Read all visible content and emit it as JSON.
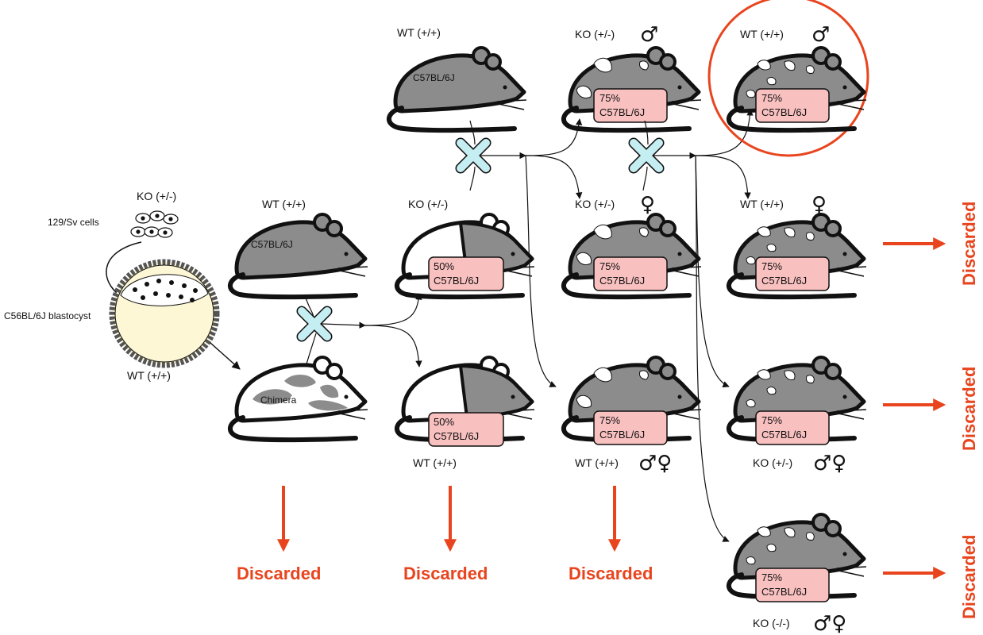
{
  "colors": {
    "accent": "#e8451e",
    "pink_box": "#f9c0c0",
    "mouse_body": "#8c8c8c",
    "cross": "#c5eef2",
    "blastocyst": "#fdf7d6"
  },
  "labels": {
    "ko_het": "KO (+/-)",
    "wt": "WT (+/+)",
    "ko_hom": "KO (-/-)",
    "cells": "129/Sv cells",
    "blastocyst": "C56BL/6J blastocyst",
    "chimera": "Chimera",
    "strain": "C57BL/6J",
    "pct50": "50%",
    "pct75": "75%",
    "male": "♂",
    "female": "♀",
    "both": "♂♀",
    "discarded": "Discarded"
  }
}
